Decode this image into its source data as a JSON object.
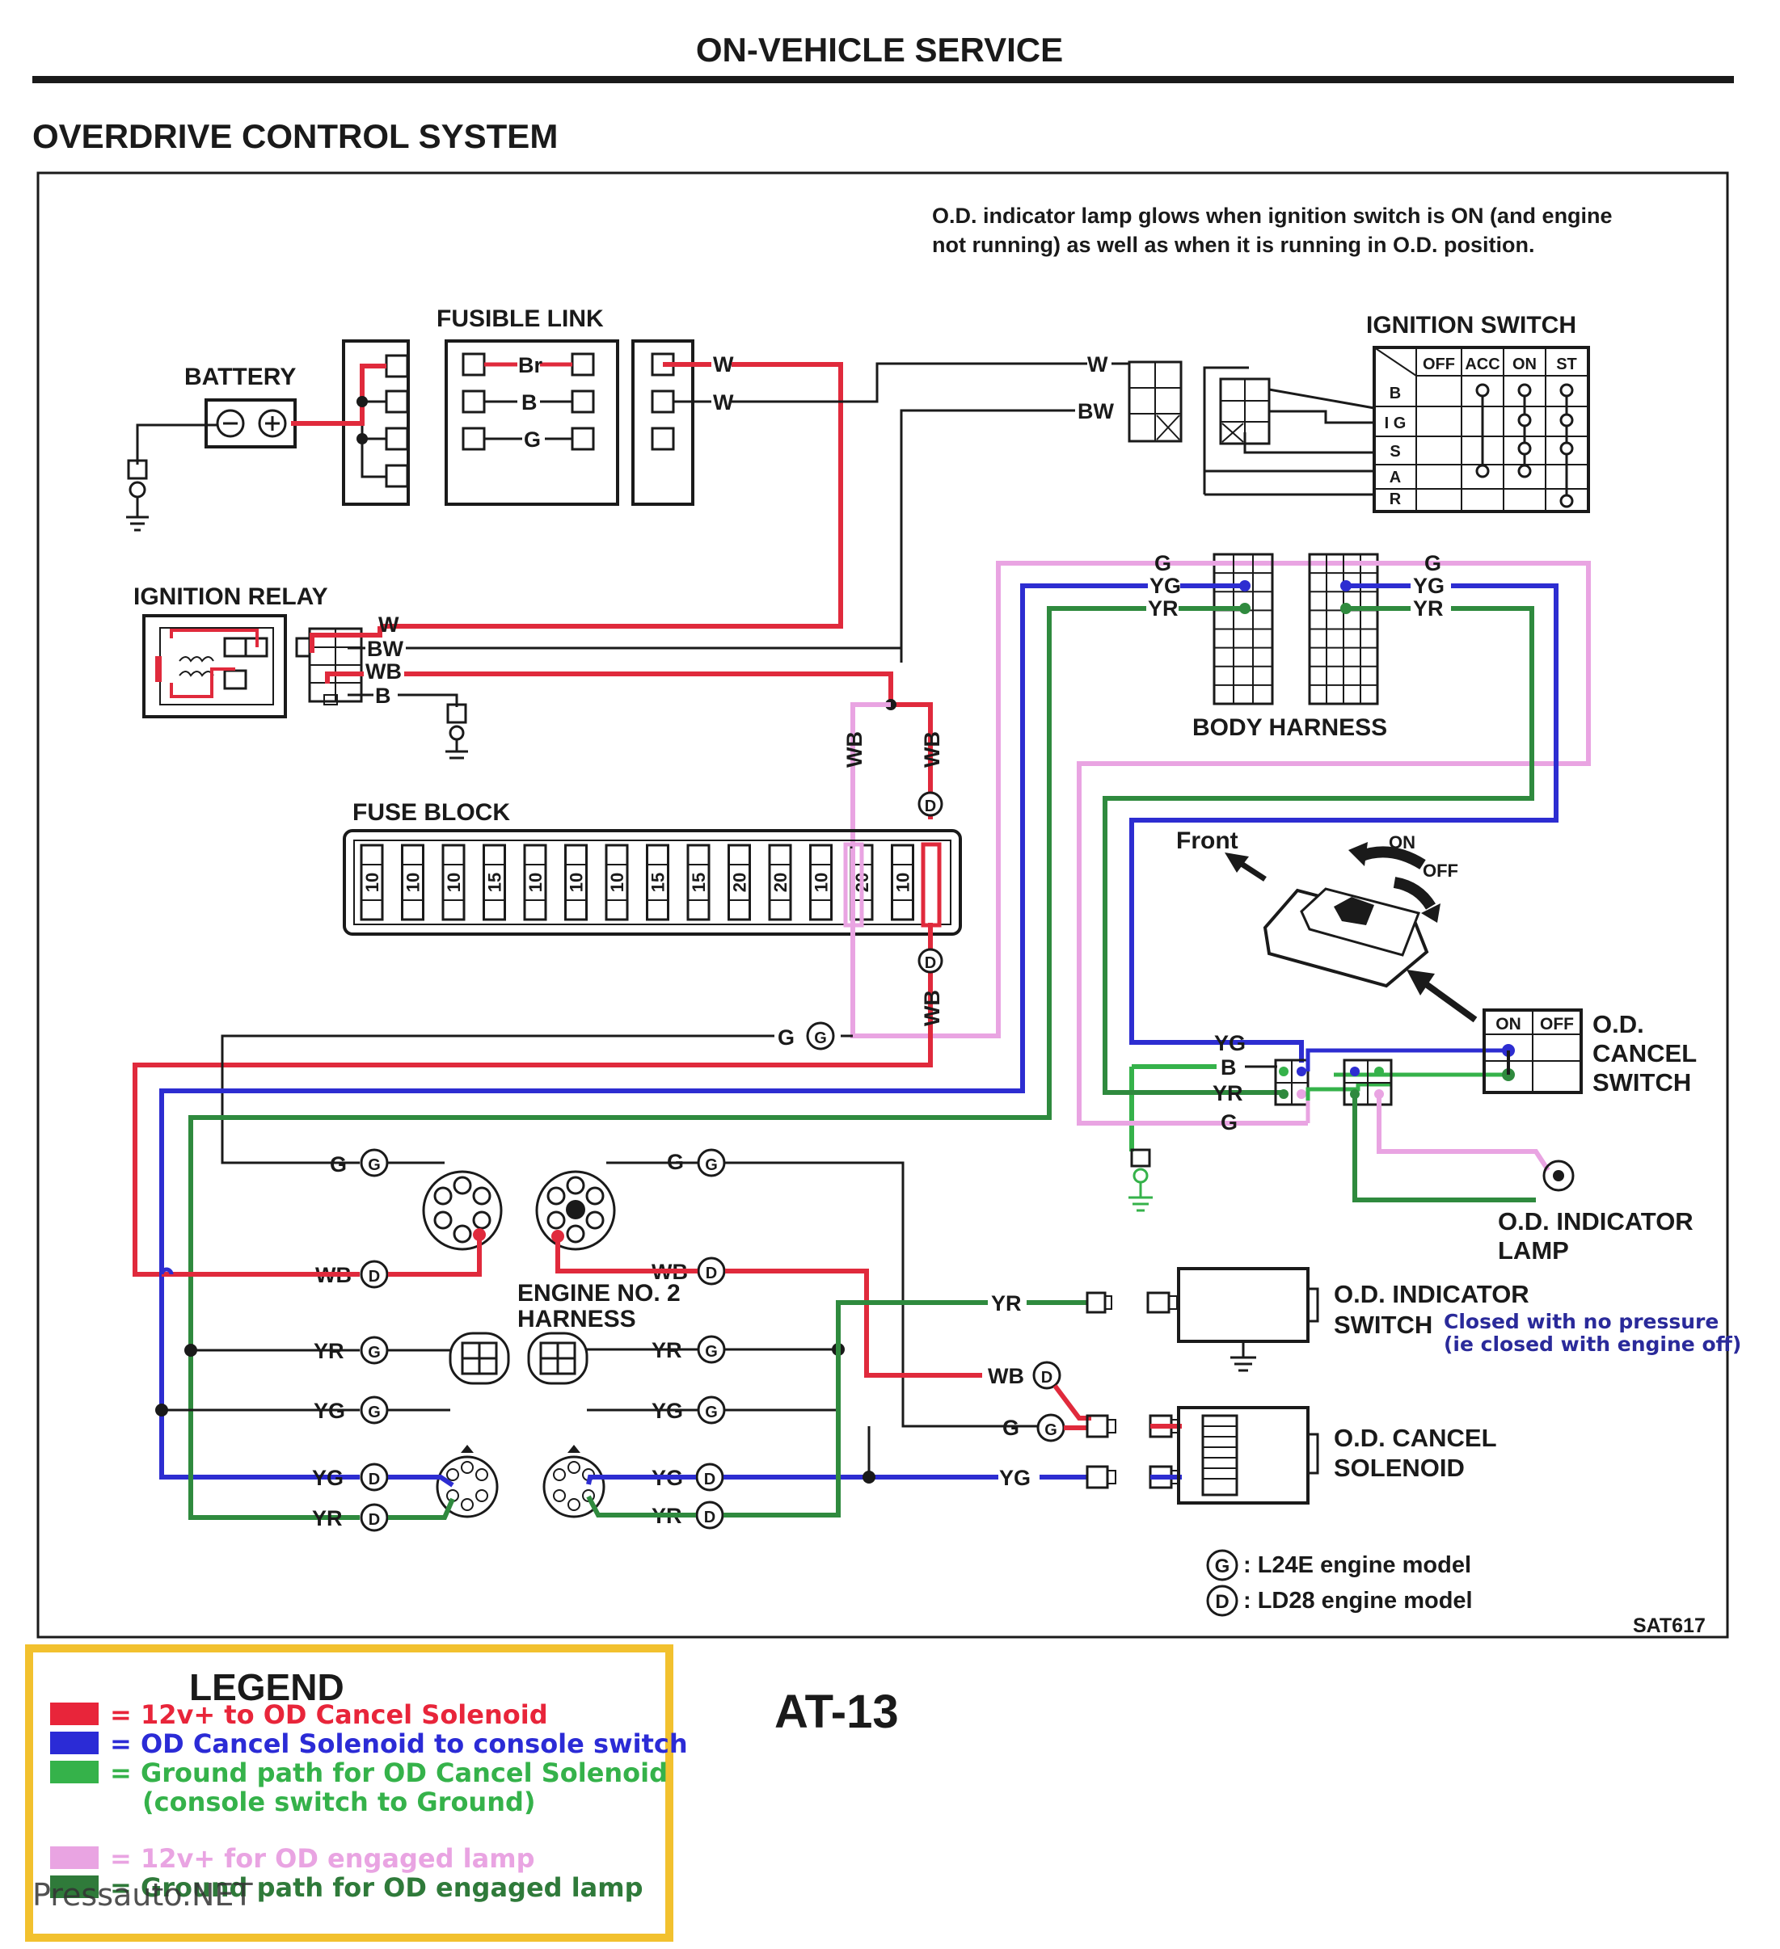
{
  "page": {
    "header": "ON-VEHICLE SERVICE",
    "title": "OVERDRIVE CONTROL SYSTEM",
    "note_line1": "O.D. indicator lamp glows when ignition switch is ON (and engine",
    "note_line2": "not running) as well as when it is running in O.D. position.",
    "figure_code": "SAT617",
    "page_number": "AT-13"
  },
  "components": {
    "battery": "BATTERY",
    "fusible_link": "FUSIBLE LINK",
    "ignition_switch": "IGNITION SWITCH",
    "ignition_relay": "IGNITION RELAY",
    "fuse_block": "FUSE BLOCK",
    "body_harness": "BODY HARNESS",
    "engine_harness_1": "ENGINE NO. 2",
    "engine_harness_2": "HARNESS",
    "od_cancel_switch": [
      "O.D.",
      "CANCEL",
      "SWITCH"
    ],
    "od_indicator_lamp": [
      "O.D. INDICATOR",
      "LAMP"
    ],
    "od_indicator_switch": [
      "O.D. INDICATOR",
      "SWITCH"
    ],
    "od_cancel_solenoid": [
      "O.D. CANCEL",
      "SOLENOID"
    ],
    "front": "Front",
    "on": "ON",
    "off": "OFF"
  },
  "ignition_switch_table": {
    "columns": [
      "OFF",
      "ACC",
      "ON",
      "ST"
    ],
    "rows": [
      "B",
      "I G",
      "S",
      "A",
      "R"
    ]
  },
  "od_switch_table": {
    "columns": [
      "ON",
      "OFF"
    ]
  },
  "fuse_values": [
    "10",
    "10",
    "10",
    "15",
    "10",
    "10",
    "10",
    "15",
    "15",
    "20",
    "20",
    "10",
    "20",
    "10"
  ],
  "wire_labels": {
    "W": "W",
    "BW": "BW",
    "WB": "WB",
    "B": "B",
    "G": "G",
    "YG": "YG",
    "YR": "YR",
    "Br": "Br",
    "S_G": "G",
    "S_D": "D"
  },
  "annotation": {
    "line1": "Closed with no pressure",
    "line2": "(ie closed with engine off)",
    "color": "#2a2a9a"
  },
  "engine_models": {
    "g_text": ": L24E engine model",
    "d_text": ": LD28 engine model"
  },
  "legend": {
    "title": "LEGEND",
    "items": [
      {
        "text": "= 12v+ to OD Cancel Solenoid",
        "color": "#e8253a"
      },
      {
        "text": "= OD Cancel Solenoid to console switch",
        "color": "#2b2bd6"
      },
      {
        "text": "= Ground path for OD Cancel Solenoid",
        "color": "#35b24a"
      },
      {
        "text": "(console switch to Ground)",
        "color": "#35b24a"
      },
      {
        "text": "= 12v+ for OD engaged lamp",
        "color": "#e9a4e2"
      },
      {
        "text": "= Ground path for OD engaged lamp",
        "color": "#2f7a3a"
      }
    ],
    "border_color": "#f2c12e"
  },
  "watermark": "Pressauto.NET",
  "colors": {
    "red": "#e02a3c",
    "blue": "#2d2dd1",
    "green": "#2f8a3e",
    "pink": "#e9a4e2",
    "black": "#1a1a1a"
  }
}
